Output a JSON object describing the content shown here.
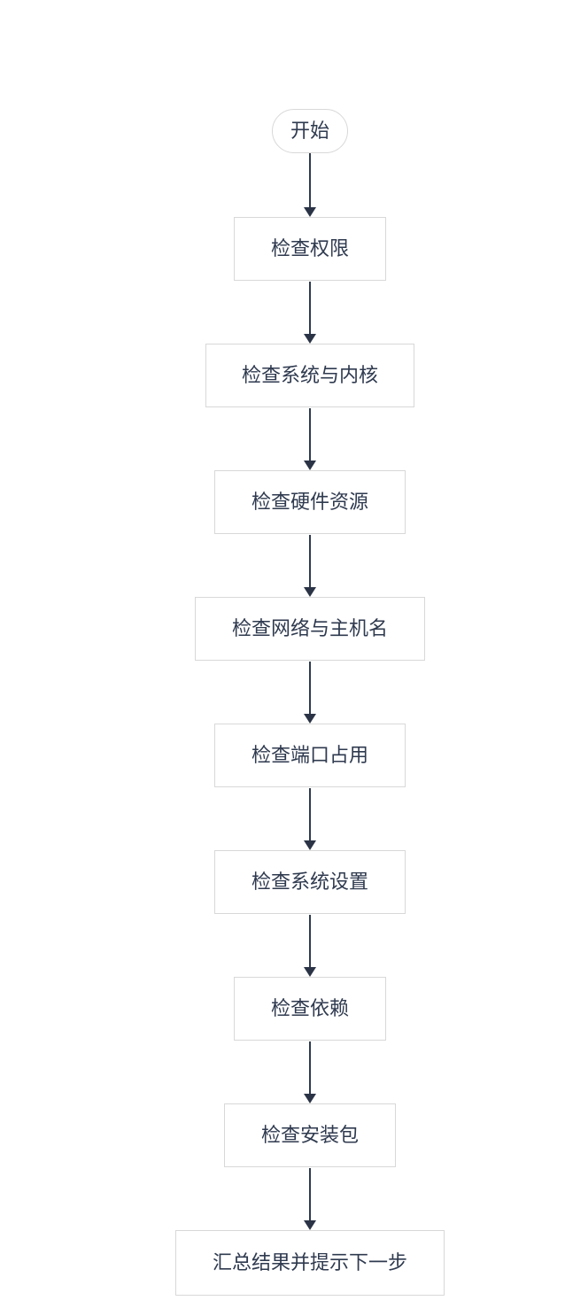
{
  "diagram": {
    "type": "flowchart",
    "direction": "top-down",
    "colors": {
      "background": "#ffffff",
      "node_fill": "#ffffff",
      "node_border": "#d8d8d8",
      "text": "#2f3a4f",
      "arrow": "#2b3446"
    },
    "nodes": [
      {
        "id": "start",
        "shape": "stadium",
        "label": "开始"
      },
      {
        "id": "perm",
        "shape": "rect",
        "label": "检查权限"
      },
      {
        "id": "oskernel",
        "shape": "rect",
        "label": "检查系统与内核"
      },
      {
        "id": "hardware",
        "shape": "rect",
        "label": "检查硬件资源"
      },
      {
        "id": "network",
        "shape": "rect",
        "label": "检查网络与主机名"
      },
      {
        "id": "ports",
        "shape": "rect",
        "label": "检查端口占用"
      },
      {
        "id": "sysconf",
        "shape": "rect",
        "label": "检查系统设置"
      },
      {
        "id": "deps",
        "shape": "rect",
        "label": "检查依赖"
      },
      {
        "id": "package",
        "shape": "rect",
        "label": "检查安装包"
      },
      {
        "id": "summary",
        "shape": "rect",
        "label": "汇总结果并提示下一步"
      }
    ],
    "edges": [
      {
        "from": "start",
        "to": "perm"
      },
      {
        "from": "perm",
        "to": "oskernel"
      },
      {
        "from": "oskernel",
        "to": "hardware"
      },
      {
        "from": "hardware",
        "to": "network"
      },
      {
        "from": "network",
        "to": "ports"
      },
      {
        "from": "ports",
        "to": "sysconf"
      },
      {
        "from": "sysconf",
        "to": "deps"
      },
      {
        "from": "deps",
        "to": "package"
      },
      {
        "from": "package",
        "to": "summary"
      }
    ]
  }
}
